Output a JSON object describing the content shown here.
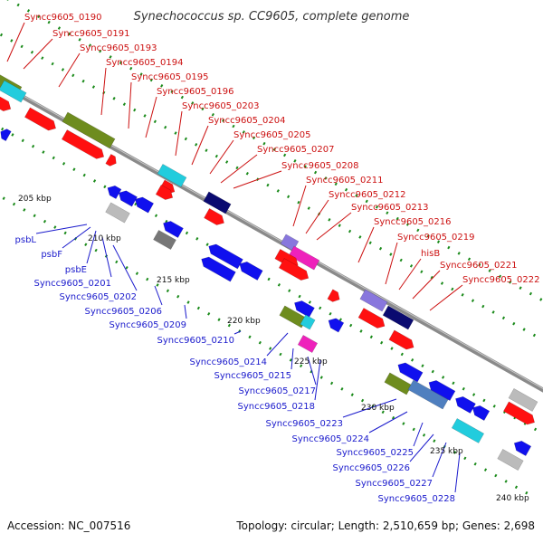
{
  "title": "Synechococcus sp. CC9605, complete genome",
  "footer": {
    "accession": "Accession: NC_007516",
    "topology": "Topology: circular; Length: 2,510,659 bp; Genes: 2,698"
  },
  "colors": {
    "forward_label": "#cc1111",
    "reverse_label": "#1a1acc",
    "backbone": "#8a8a8a",
    "tick": "#1a8a1a",
    "feature_red": "#ff1010",
    "feature_blue": "#1010ee",
    "feature_navy": "#0a0a70",
    "feature_olive": "#6e8c1e",
    "feature_cyan": "#22ccdd",
    "feature_magenta": "#ee22bb",
    "feature_grey": "#bbbbbb",
    "feature_darkgrey": "#777777",
    "feature_steel": "#4f7fbf",
    "feature_lavender": "#8877dd"
  },
  "scale_labels": [
    "205 kbp",
    "210 kbp",
    "215 kbp",
    "220 kbp",
    "225 kbp",
    "230 kbp",
    "235 kbp",
    "240 kbp"
  ],
  "forward_genes": [
    "Syncc9605_0190",
    "Syncc9605_0191",
    "Syncc9605_0193",
    "Syncc9605_0194",
    "Syncc9605_0195",
    "Syncc9605_0196",
    "Syncc9605_0203",
    "Syncc9605_0204",
    "Syncc9605_0205",
    "Syncc9605_0207",
    "Syncc9605_0208",
    "Syncc9605_0211",
    "Syncc9605_0212",
    "Syncc9605_0213",
    "Syncc9605_0216",
    "Syncc9605_0219",
    "hisB",
    "Syncc9605_0221",
    "Syncc9605_0222"
  ],
  "reverse_genes": [
    "psbL",
    "psbF",
    "psbE",
    "Syncc9605_0201",
    "Syncc9605_0202",
    "Syncc9605_0206",
    "Syncc9605_0209",
    "Syncc9605_0210",
    "Syncc9605_0214",
    "Syncc9605_0215",
    "Syncc9605_0217",
    "Syncc9605_0218",
    "Syncc9605_0223",
    "Syncc9605_0224",
    "Syncc9605_0225",
    "Syncc9605_0226",
    "Syncc9605_0227",
    "Syncc9605_0228"
  ]
}
